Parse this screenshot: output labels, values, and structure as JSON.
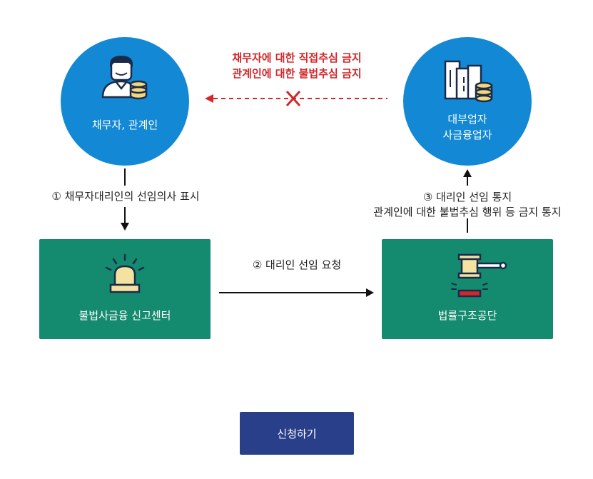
{
  "nodes": {
    "debtor": {
      "label": "채무자, 관계인"
    },
    "lender": {
      "label_line1": "대부업자",
      "label_line2": "사금융업자"
    },
    "report_center": {
      "label": "불법사금융 신고센터"
    },
    "legal_aid": {
      "label": "법률구조공단"
    }
  },
  "prohibition": {
    "line1": "채무자에 대한 직접추심 금지",
    "line2": "관계인에 대한 불법추심 금지"
  },
  "steps": {
    "step1": "① 채무자대리인의 선임의사 표시",
    "step2": "② 대리인 선임 요청",
    "step3_line1": "③ 대리인 선임 통지",
    "step3_line2": "관계인에 대한 불법추심 행위 등 금지 통지"
  },
  "button": {
    "label": "신청하기"
  },
  "colors": {
    "circle": "#1388d4",
    "box": "#148a6f",
    "warning": "#d3272b",
    "button": "#2a3f8a"
  }
}
